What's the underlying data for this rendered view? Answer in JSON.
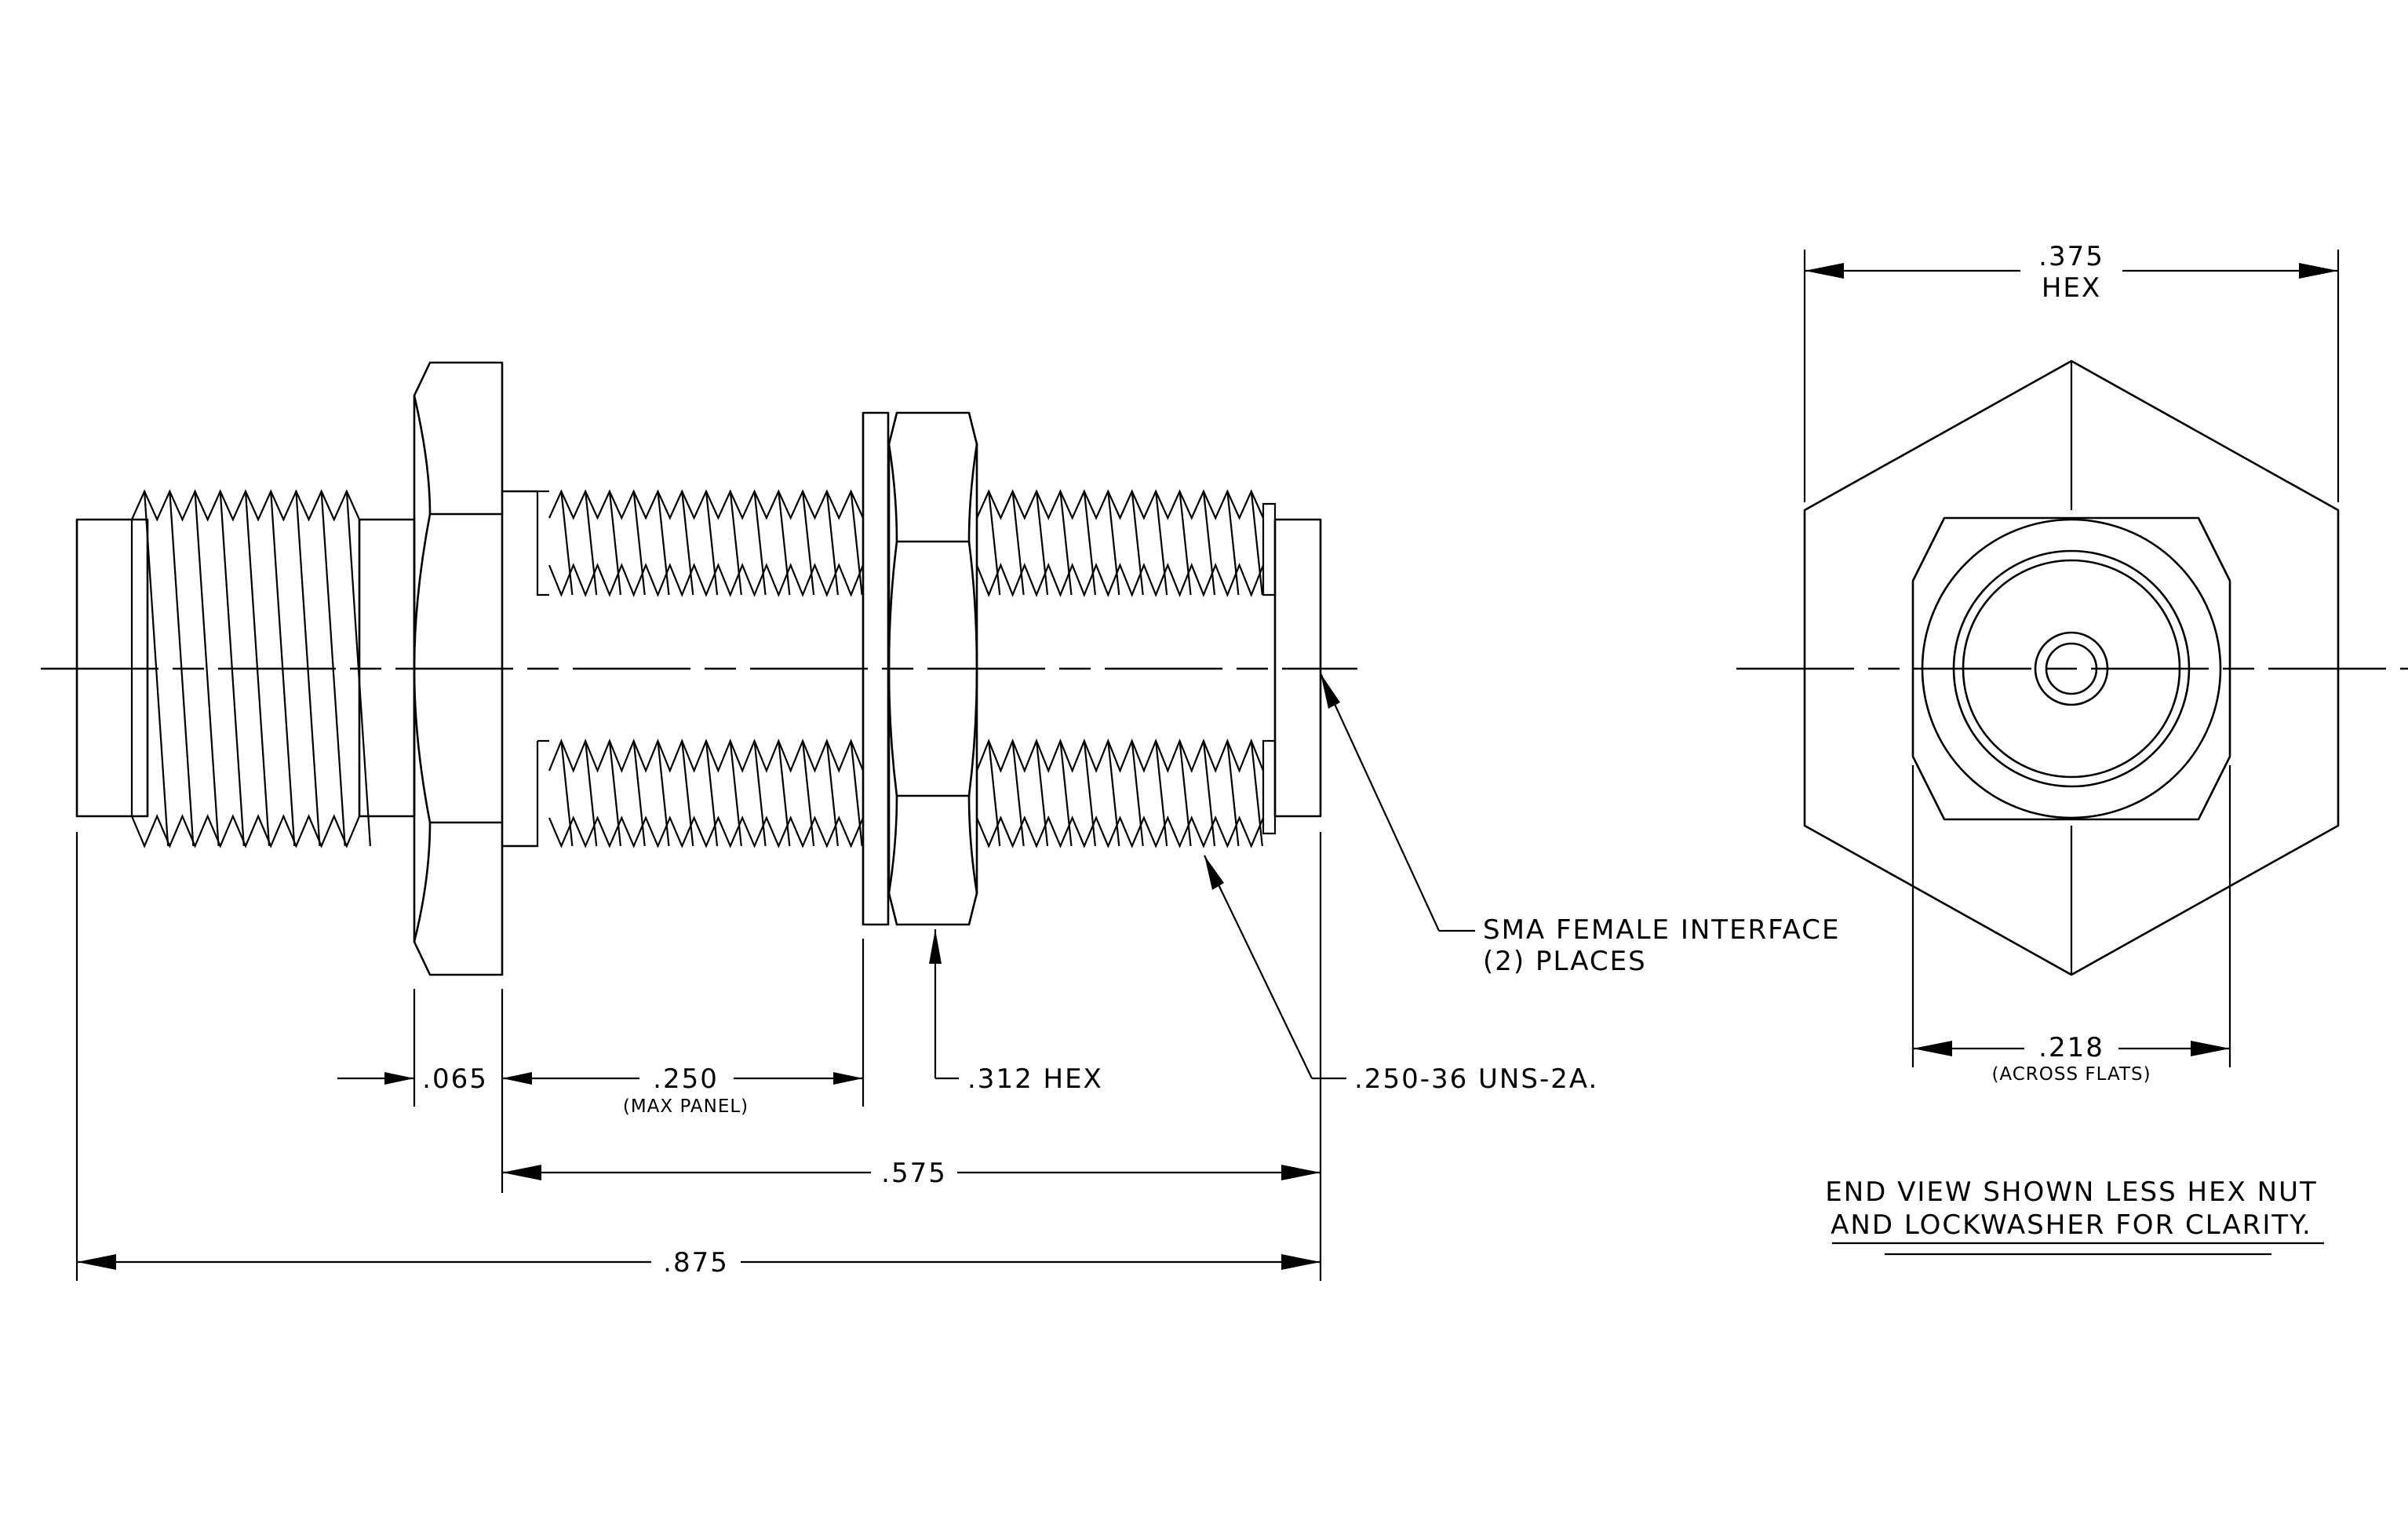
{
  "dimensions": {
    "flange": ".065",
    "panel": ".250",
    "panel_note": "(MAX PANEL)",
    "nut_hex": ".312 HEX",
    "thread_spec": ".250-36 UNS-2A.",
    "body_575": ".575",
    "overall": ".875",
    "hex_width": ".375",
    "hex_label": "HEX",
    "flats": ".218",
    "flats_note": "(ACROSS FLATS)"
  },
  "notes": {
    "interface_line1": "SMA FEMALE INTERFACE",
    "interface_line2": "(2)  PLACES",
    "end_view_line1": "END VIEW SHOWN LESS HEX NUT",
    "end_view_line2": "AND LOCKWASHER FOR CLARITY."
  }
}
